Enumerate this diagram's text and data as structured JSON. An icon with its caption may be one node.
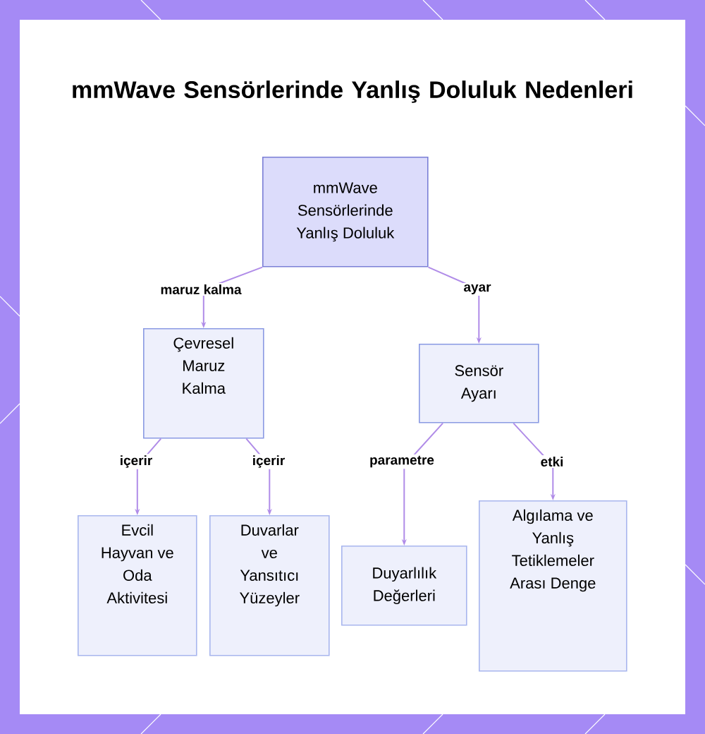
{
  "diagram": {
    "title": "mmWave Sensörlerinde Yanlış Doluluk Nedenleri",
    "nodes": [
      {
        "text": [
          "mmWave Sensörlerinde Yanlış Doluluk"
        ]
      },
      {
        "text": [
          "Çevresel Maruz Kalma"
        ]
      },
      {
        "text": [
          "Sensör Ayarı"
        ]
      },
      {
        "text": [
          "Evcil Hayvan ve Oda Aktivitesi"
        ]
      },
      {
        "text": [
          "Duvarlar ve Yansıtıcı Yüzeyler"
        ]
      },
      {
        "text": [
          "Duyarlılık Değerleri"
        ]
      },
      {
        "text": [
          "Algılama ve Yanlış Tetiklemeler Arası Denge"
        ]
      }
    ],
    "edges": [
      {
        "from": 0,
        "to": 1,
        "arrow": "to",
        "label": "maruz kalma"
      },
      {
        "from": 0,
        "to": 2,
        "arrow": "to",
        "label": "ayar"
      },
      {
        "from": 1,
        "to": 3,
        "arrow": "to",
        "label": "içerir"
      },
      {
        "from": 1,
        "to": 4,
        "arrow": "to",
        "label": "içerir"
      },
      {
        "from": 2,
        "to": 5,
        "arrow": "to",
        "label": "parametre"
      },
      {
        "from": 2,
        "to": 6,
        "arrow": "to",
        "label": "etki"
      }
    ]
  }
}
